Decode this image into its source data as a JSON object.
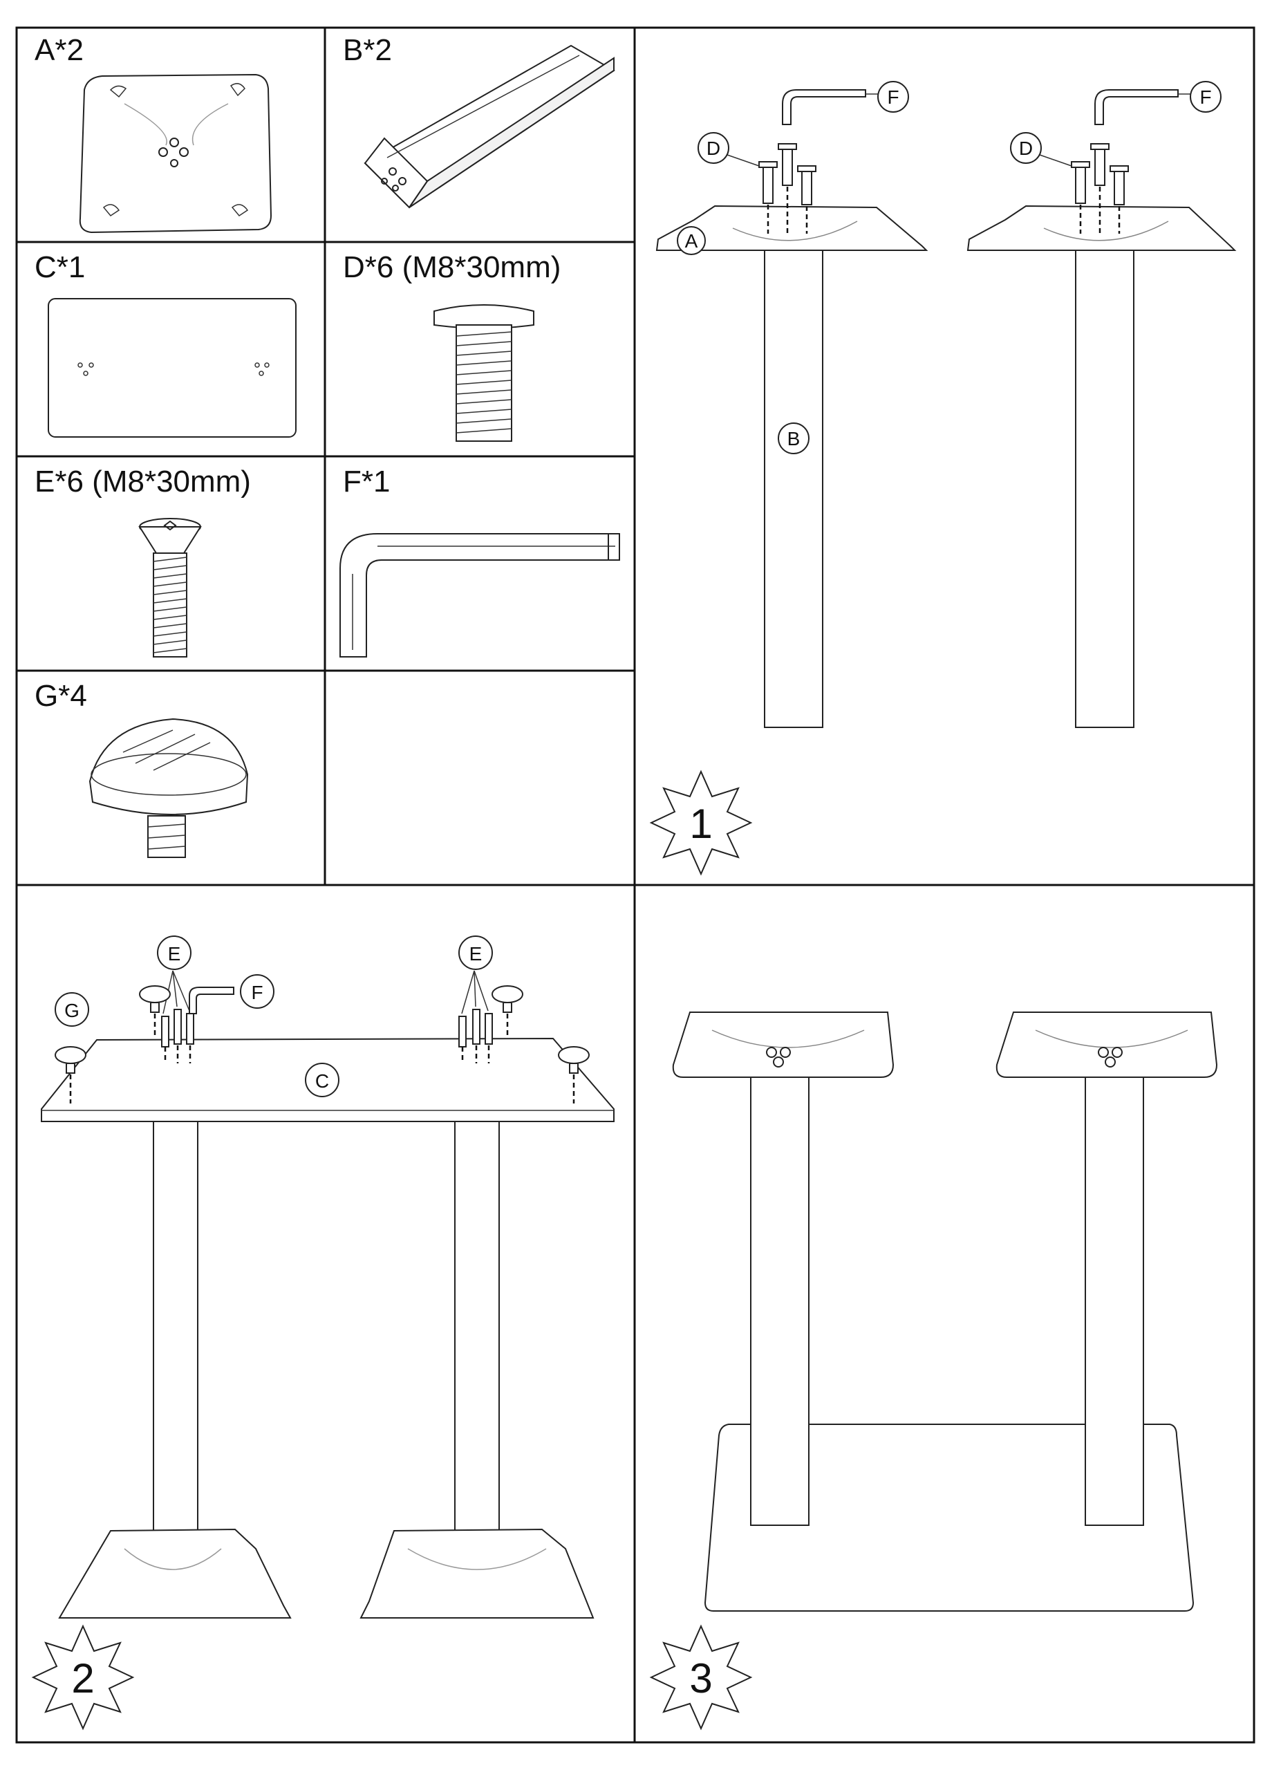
{
  "parts": [
    {
      "id": "A",
      "label": "A*2"
    },
    {
      "id": "B",
      "label": "B*2"
    },
    {
      "id": "C",
      "label": "C*1"
    },
    {
      "id": "D",
      "label": "D*6 (M8*30mm)"
    },
    {
      "id": "E",
      "label": "E*6 (M8*30mm)"
    },
    {
      "id": "F",
      "label": "F*1"
    },
    {
      "id": "G",
      "label": "G*4"
    }
  ],
  "steps": [
    {
      "number": "1",
      "callouts": [
        "A",
        "B",
        "D",
        "D",
        "F",
        "F"
      ]
    },
    {
      "number": "2",
      "callouts": [
        "C",
        "E",
        "E",
        "F",
        "G"
      ]
    },
    {
      "number": "3",
      "callouts": []
    }
  ],
  "colors": {
    "line": "#222222",
    "paper": "#ffffff"
  }
}
